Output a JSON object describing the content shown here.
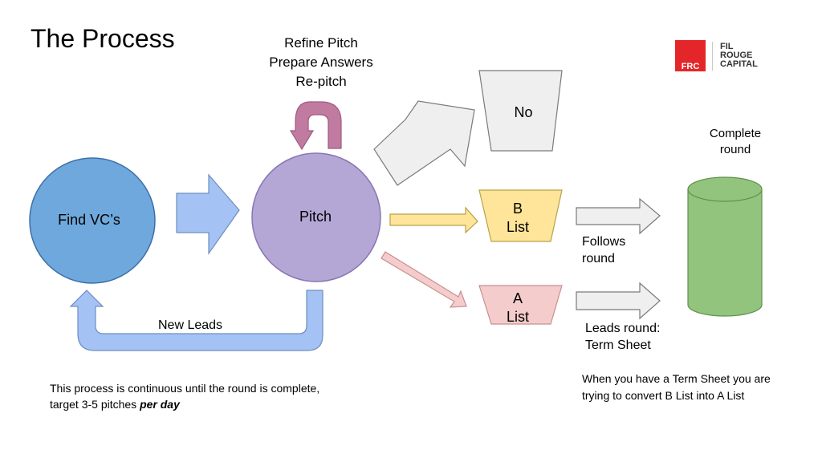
{
  "title": "The Process",
  "refine_pitch": {
    "line1": "Refine Pitch",
    "line2": "Prepare Answers",
    "line3": "Re-pitch"
  },
  "logo": {
    "mark": "FRC",
    "line1": "FIL",
    "line2": "ROUGE",
    "line3": "CAPITAL",
    "color": "#e4262a"
  },
  "nodes": {
    "find_vcs": "Find VC’s",
    "pitch": "Pitch",
    "no": "No",
    "b_list": {
      "line1": "B",
      "line2": "List"
    },
    "a_list": {
      "line1": "A",
      "line2": "List"
    }
  },
  "labels": {
    "complete_round": {
      "line1": "Complete",
      "line2": "round"
    },
    "follows_round": {
      "line1": "Follows",
      "line2": "round"
    },
    "leads_round": {
      "line1": "Leads round:",
      "line2": "Term Sheet"
    },
    "new_leads": "New Leads"
  },
  "notes": {
    "process_line1": "This process is continuous until the round is complete,",
    "process_line2": "target 3-5 pitches ",
    "process_emphasis": "per day",
    "term_sheet": "When you have a Term Sheet you are trying to convert B List into A List"
  },
  "colors": {
    "find_vcs_fill": "#6fa8dc",
    "pitch_fill": "#b4a7d6",
    "loop_arrow": "#c27ba0",
    "new_leads_arrow": "#a4c2f4",
    "b_list_fill": "#ffe599",
    "a_list_fill": "#f4cccc",
    "no_fill": "#efefef",
    "cylinder_fill": "#93c47d"
  }
}
